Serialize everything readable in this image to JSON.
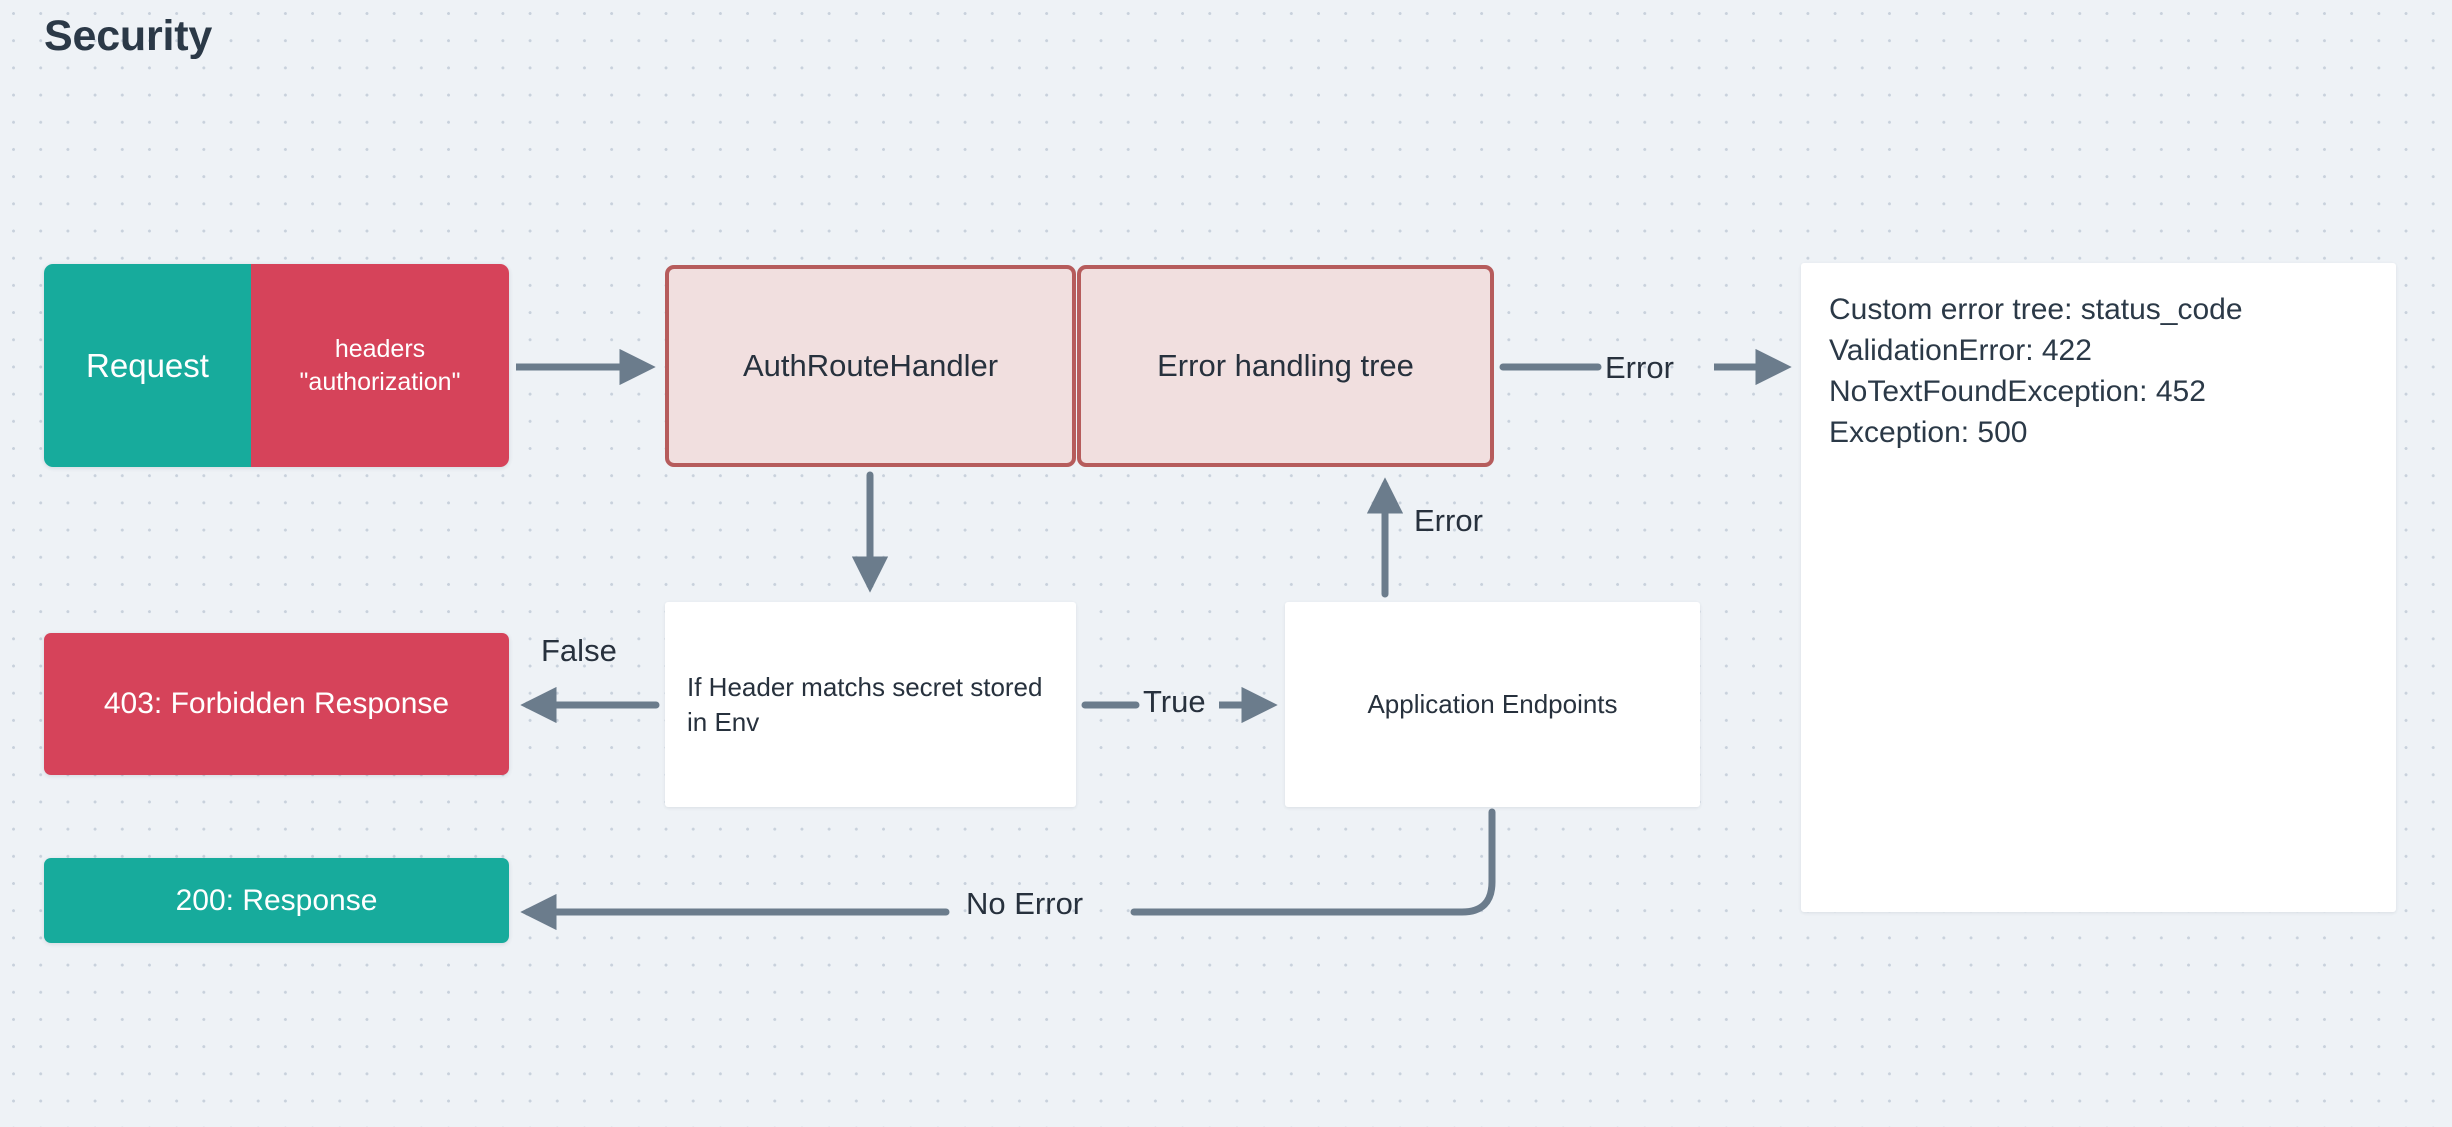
{
  "page": {
    "title": "Security",
    "background_color": "#eef2f6",
    "dot_color": "#c8d1dc"
  },
  "palette": {
    "teal": "#17ab9c",
    "red": "#d6435a",
    "pink_fill": "#f1dfdf",
    "pink_border": "#b65c5c",
    "edge": "#6b7c8c",
    "text_dark": "#27313d",
    "white": "#ffffff"
  },
  "nodes": {
    "request": {
      "label": "Request",
      "headers_label": "headers\n\"authorization\""
    },
    "auth_route_handler": {
      "label": "AuthRouteHandler"
    },
    "error_handling_tree": {
      "label": "Error handling tree"
    },
    "error_tree_panel": {
      "text": "Custom error tree: status_code\nValidationError: 422\nNoTextFoundException: 452\nException: 500",
      "lines": [
        "Custom error tree: status_code",
        "ValidationError: 422",
        "NoTextFoundException: 452",
        "Exception: 500"
      ]
    },
    "header_check": {
      "label": "If Header matchs secret stored in Env"
    },
    "application_endpoints": {
      "label": "Application Endpoints"
    },
    "forbidden_response": {
      "label": "403: Forbidden Response"
    },
    "ok_response": {
      "label": "200: Response"
    }
  },
  "edges": {
    "request_to_handler": {
      "label": ""
    },
    "tree_to_panel": {
      "label": "Error"
    },
    "endpoints_to_tree": {
      "label": "Error"
    },
    "check_to_endpoints": {
      "label": "True"
    },
    "check_to_forbidden": {
      "label": "False"
    },
    "endpoints_to_ok": {
      "label": "No Error"
    },
    "handler_to_check": {
      "label": ""
    }
  }
}
